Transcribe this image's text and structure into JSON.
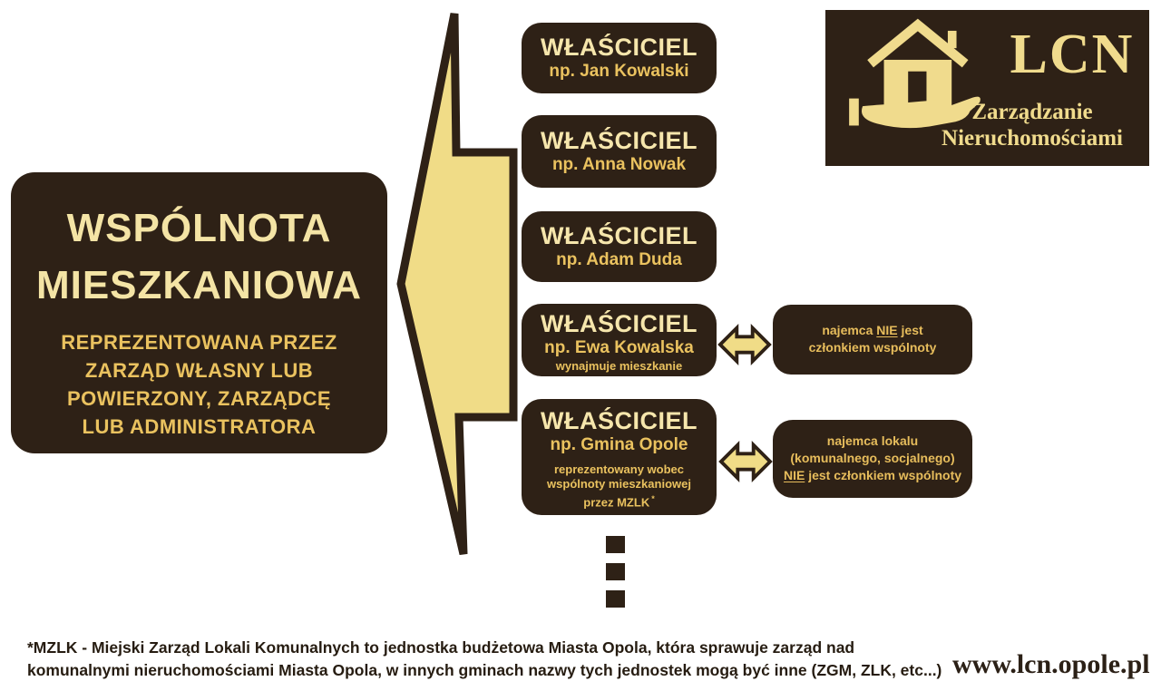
{
  "colors": {
    "dark_brown": "#2e2116",
    "cream": "#f4e4a5",
    "gold": "#eac25f",
    "arrow_fill": "#f0dc87",
    "background": "#ffffff"
  },
  "icons": {
    "logo_icon": "house-in-hand-icon",
    "flow_arrow": "big-left-arrow",
    "link_arrow": "double-horizontal-arrow",
    "ellipsis": "three-square-dots"
  },
  "main_box": {
    "title_line1": "WSPÓLNOTA",
    "title_line2": "MIESZKANIOWA",
    "subtitle_lines": [
      "REPREZENTOWANA PRZEZ",
      "ZARZĄD WŁASNY LUB",
      "POWIERZONY, ZARZĄDCĘ",
      "LUB ADMINISTRATORA"
    ]
  },
  "owners": [
    {
      "title": "WŁAŚCICIEL",
      "example": "np. Jan Kowalski"
    },
    {
      "title": "WŁAŚCICIEL",
      "example": "np. Anna Nowak"
    },
    {
      "title": "WŁAŚCICIEL",
      "example": "np. Adam Duda"
    },
    {
      "title": "WŁAŚCICIEL",
      "example": "np. Ewa Kowalska",
      "note_lines": [
        "wynajmuje mieszkanie"
      ]
    },
    {
      "title": "WŁAŚCICIEL",
      "example": "np. Gmina Opole",
      "note_lines": [
        "reprezentowany wobec",
        "wspólnoty mieszkaniowej",
        "przez MZLK"
      ],
      "note_sup": "*"
    }
  ],
  "tenant_boxes": [
    {
      "line1_pre": "najemca ",
      "line1_nie": "NIE",
      "line1_post": " jest",
      "line2": "członkiem wspólnoty"
    },
    {
      "line1": "najemca lokalu",
      "line2": "(komunalnego, socjalnego)",
      "line3_nie": "NIE",
      "line3_post": " jest członkiem wspólnoty"
    }
  ],
  "logo": {
    "name": "LCN",
    "tagline_line1": "Zarządzanie",
    "tagline_line2": "Nieruchomościami"
  },
  "footnote": {
    "line1": "*MZLK - Miejski Zarząd Lokali Komunalnych to jednostka budżetowa Miasta Opola, która sprawuje zarząd nad",
    "line2": "komunalnymi nieruchomościami Miasta Opola, w innych gminach nazwy tych jednostek mogą być inne (ZGM, ZLK, etc...)"
  },
  "website": "www.lcn.opole.pl"
}
